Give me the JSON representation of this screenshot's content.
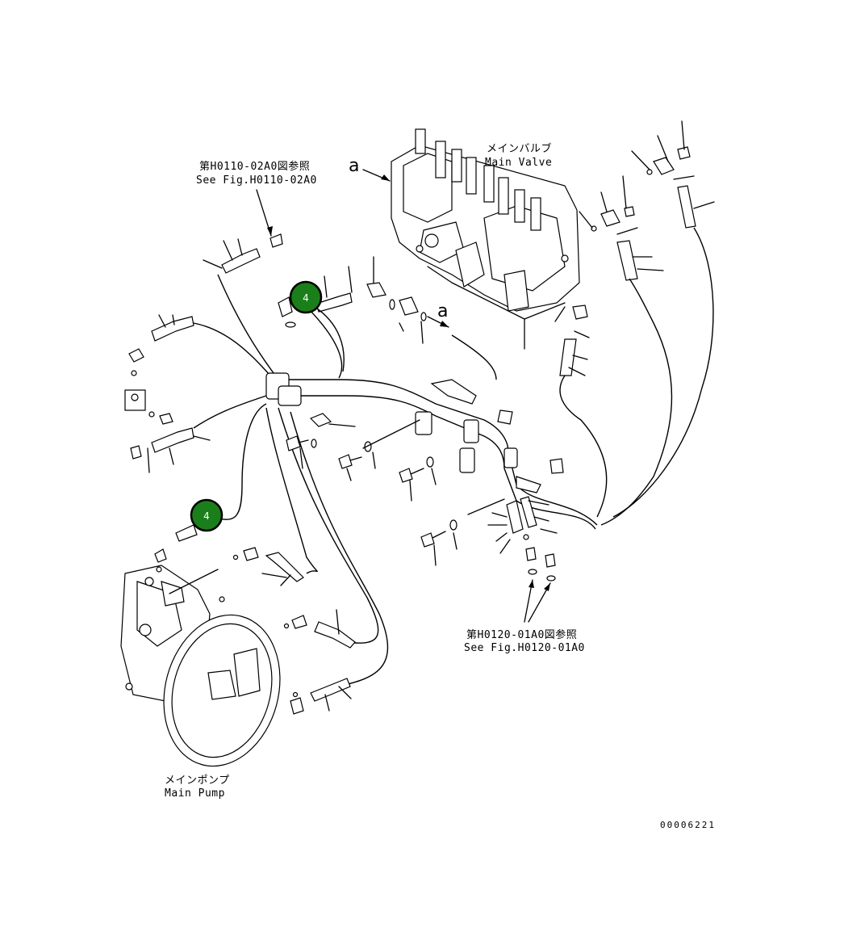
{
  "labels": {
    "ref_top_jp": "第H0110-02A0図参照",
    "ref_top_en": "See Fig.H0110-02A0",
    "ref_bottom_jp": "第H0120-01A0図参照",
    "ref_bottom_en": "See Fig.H0120-01A0",
    "main_valve_jp": "メインバルブ",
    "main_valve_en": "Main Valve",
    "main_pump_jp": "メインポンプ",
    "main_pump_en": "Main Pump",
    "connection_letter": "a",
    "drawing_code": "00006221"
  },
  "callouts": [
    {
      "id": "callout-1",
      "number": "4"
    },
    {
      "id": "callout-2",
      "number": "4"
    }
  ],
  "colors": {
    "callout_fill": "#1a7f1a",
    "line": "#000000",
    "background": "#ffffff"
  }
}
